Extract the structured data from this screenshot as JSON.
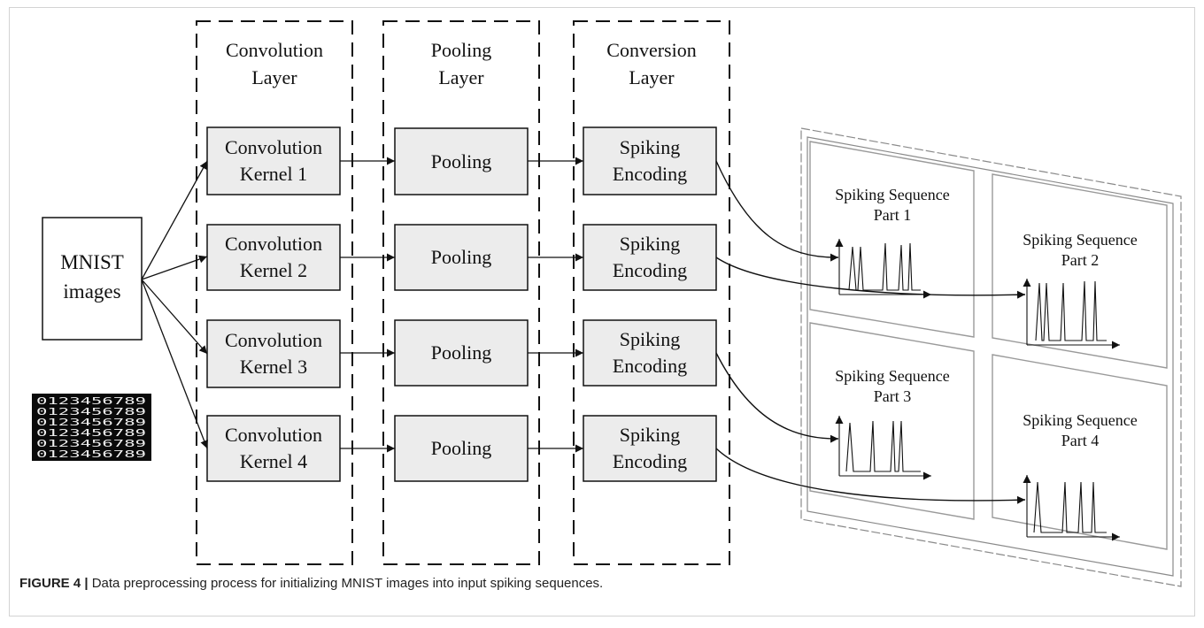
{
  "columns": [
    {
      "line1": "Convolution",
      "line2": "Layer"
    },
    {
      "line1": "Pooling",
      "line2": "Layer"
    },
    {
      "line1": "Conversion",
      "line2": "Layer"
    }
  ],
  "input": {
    "line1": "MNIST",
    "line2": "images"
  },
  "digits": {
    "rows": [
      "0123456789",
      "0123456789",
      "0123456789",
      "0123456789",
      "0123456789",
      "0123456789"
    ]
  },
  "kernels": [
    {
      "line1": "Convolution",
      "line2": "Kernel 1"
    },
    {
      "line1": "Convolution",
      "line2": "Kernel 2"
    },
    {
      "line1": "Convolution",
      "line2": "Kernel 3"
    },
    {
      "line1": "Convolution",
      "line2": "Kernel 4"
    }
  ],
  "pooling": {
    "label": "Pooling"
  },
  "encoding": {
    "line1": "Spiking",
    "line2": "Encoding"
  },
  "sequences": [
    {
      "line1": "Spiking Sequence",
      "line2": "Part 1"
    },
    {
      "line1": "Spiking Sequence",
      "line2": "Part 2"
    },
    {
      "line1": "Spiking Sequence",
      "line2": "Part 3"
    },
    {
      "line1": "Spiking Sequence",
      "line2": "Part 4"
    }
  ],
  "caption": {
    "label": "FIGURE 4 |",
    "text": "Data preprocessing process for initializing MNIST images into input spiking sequences."
  },
  "colors": {
    "box_fill": "#ececec",
    "stroke": "#111111",
    "panel_stroke": "#8a8a8a",
    "caption_border": "#d3d3d3"
  }
}
